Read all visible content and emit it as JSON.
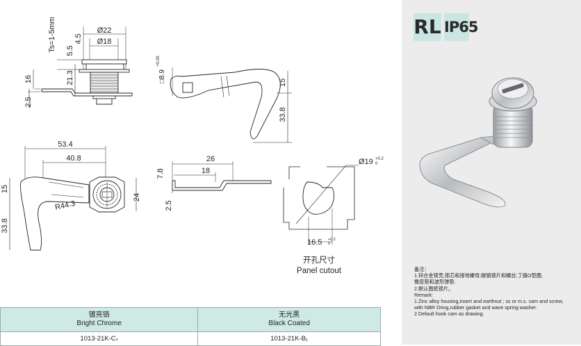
{
  "badges": {
    "rl": "RL",
    "ip": "IP65"
  },
  "drawing": {
    "top_view": {
      "d_outer": "Ø22",
      "d_inner": "Ø18",
      "ts": "Ts=1-5mm",
      "dim_5_5": "5.5",
      "dim_4_5": "4.5",
      "dim_16": "16",
      "dim_21_3": "21.3",
      "dim_2_5": "2.5"
    },
    "side_view": {
      "square": "□8.9",
      "square_tol": "+0.05",
      "dim_15": "15",
      "dim_33_8": "33.8"
    },
    "front_view": {
      "dim_53_4": "53.4",
      "dim_40_8": "40.8",
      "dim_15": "15",
      "dim_24": "24",
      "dim_33_8": "33.8",
      "radius": "R44.3"
    },
    "cam_view": {
      "dim_26": "26",
      "dim_18": "18",
      "dim_7_8": "7.8",
      "dim_2_5": "2.5"
    },
    "panel_cutout": {
      "dia": "Ø19",
      "dia_tol_top": "+0.2",
      "dia_tol_bottom": "0",
      "width": "16.5",
      "width_tol_top": "+0.2",
      "width_tol_bottom": "0",
      "caption_cn": "开孔尺寸",
      "caption_en": "Panel cutout"
    }
  },
  "remarks": {
    "title_cn": "备注：",
    "line1_cn": "1.锌合金锁壳,锁芯和接地螺母;碳钢锁片和螺丝;丁腈O型圈,",
    "line2_cn": "橡皮垫和波形弹垫.",
    "line3_cn": "2.默认图纸锁片。",
    "title_en": "Remark:",
    "line1_en": "1.Zinc alloy housing,insert and earthnut ; ss or m.s. cam and screw,",
    "line2_en": "with NBR Oring,rubber gasket and wave spring washer.",
    "line3_en": "2.Default hook cam as drawing."
  },
  "table": {
    "columns": [
      {
        "cn": "镀亮铬",
        "en": "Bright Chrome",
        "code": "1013-21K-C₇"
      },
      {
        "cn": "无光黑",
        "en": "Black Coated",
        "code": "1013-21K-B₁"
      }
    ]
  }
}
